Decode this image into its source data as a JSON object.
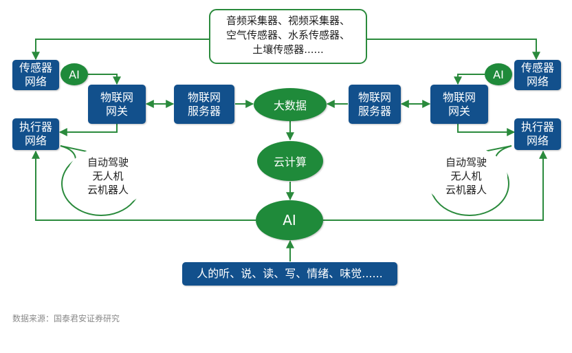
{
  "colors": {
    "node_blue": "#12508c",
    "node_green": "#1f8a3a",
    "line_green": "#2a8a3c"
  },
  "top_callout": {
    "text": "音频采集器、视频采集器、\n空气传感器、水系传感器、\n土壤传感器......"
  },
  "left": {
    "sensor_network": "传感器\n网络",
    "ai_badge": "AI",
    "iot_gateway": "物联网\n网关",
    "iot_server": "物联网\n服务器",
    "actuator_network": "执行器\n网络",
    "bubble": "自动驾驶\n无人机\n云机器人"
  },
  "right": {
    "sensor_network": "传感器\n网络",
    "ai_badge": "AI",
    "iot_gateway": "物联网\n网关",
    "iot_server": "物联网\n服务器",
    "actuator_network": "执行器\n网络",
    "bubble": "自动驾驶\n无人机\n云机器人"
  },
  "center": {
    "big_data": "大数据",
    "cloud_computing": "云计算",
    "ai": "AI"
  },
  "bottom_input": "人的听、说、读、写、情绪、味觉......",
  "source": "数据来源：国泰君安证券研究"
}
